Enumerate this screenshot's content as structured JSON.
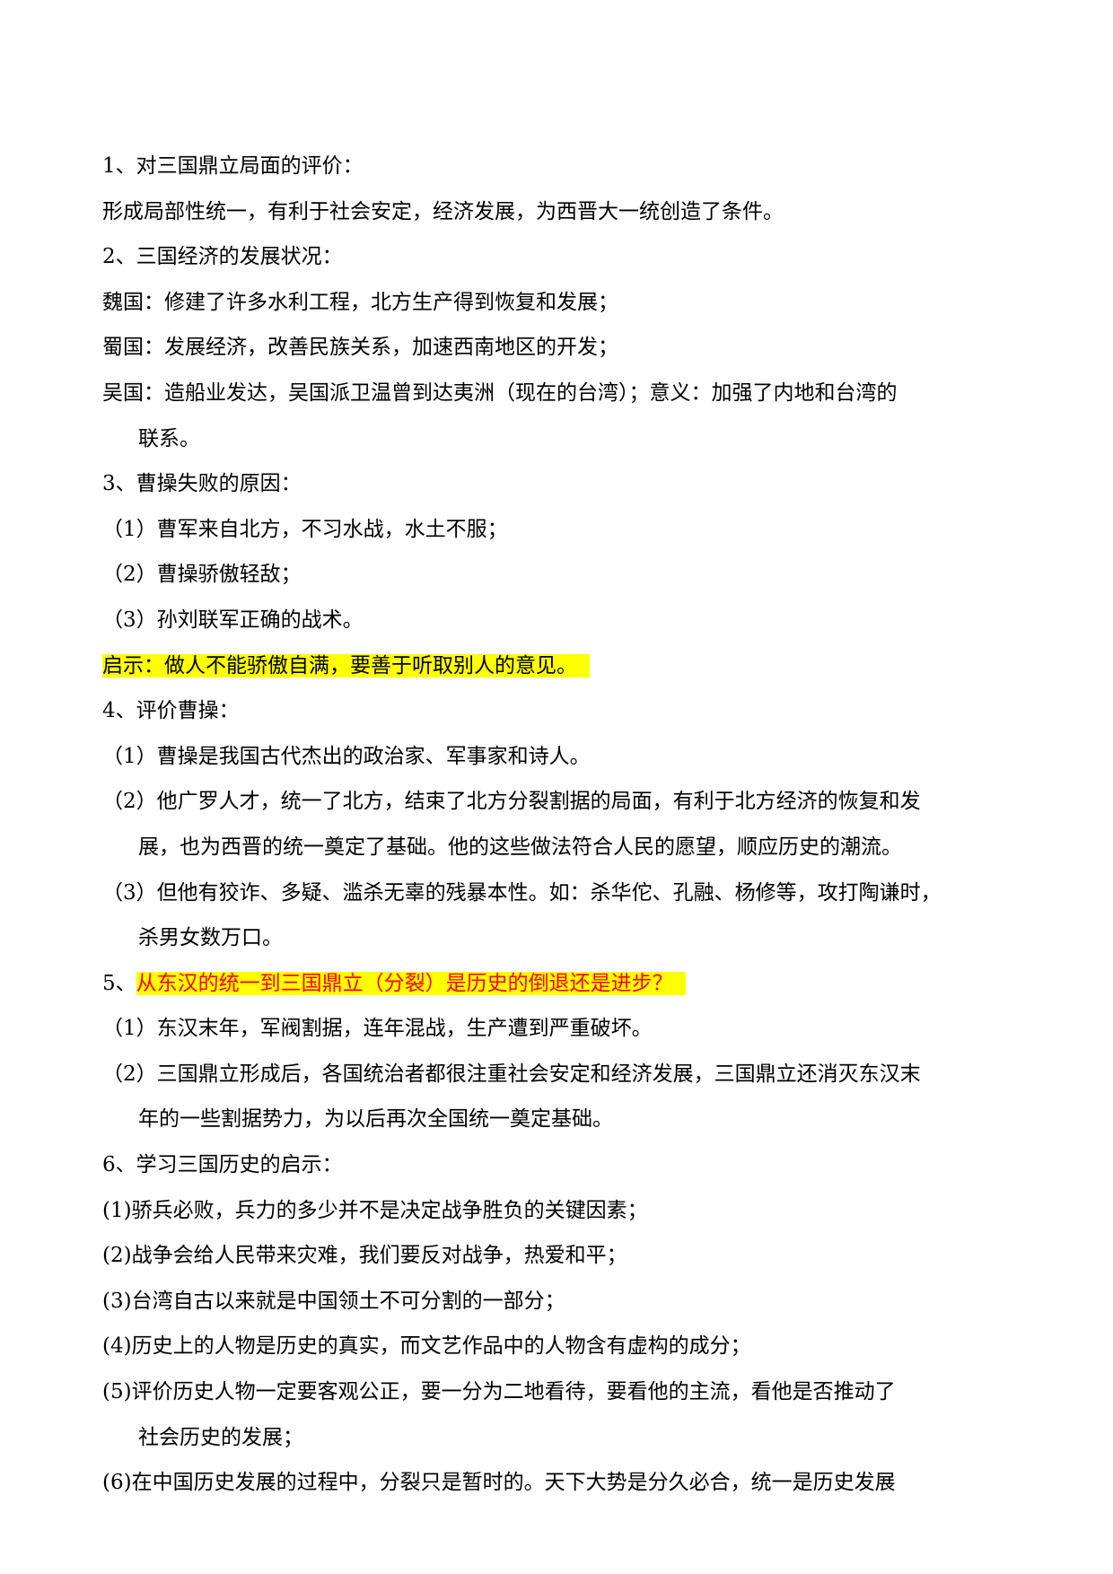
{
  "lines": [
    "1、对三国鼎立局面的评价：",
    "形成局部性统一，有利于社会安定，经济发展，为西晋大一统创造了条件。",
    "2、三国经济的发展状况：",
    "魏国：修建了许多水利工程，北方生产得到恢复和发展；",
    "蜀国：发展经济，改善民族关系，加速西南地区的开发；",
    "吴国：造船业发达，吴国派卫温曾到达夷洲（现在的台湾）；意义：加强了内地和台湾的",
    "联系。",
    "3、曹操失败的原因：",
    "（1）曹军来自北方，不习水战，水土不服；",
    "（2）曹操骄傲轻敌；",
    "（3）孙刘联军正确的战术。",
    "启示：做人不能骄傲自满，要善于听取别人的意见。",
    "4、评价曹操：",
    "（1）曹操是我国古代杰出的政治家、军事家和诗人。",
    "（2）他广罗人才，统一了北方，结束了北方分裂割据的局面，有利于北方经济的恢复和发",
    "展，也为西晋的统一奠定了基础。他的这些做法符合人民的愿望，顺应历史的潮流。",
    "（3）但他有狡诈、多疑、滥杀无辜的残暴本性。如：杀华佗、孔融、杨修等，攻打陶谦时，",
    "杀男女数万口。",
    "5、",
    "从东汉的统一到三国鼎立（分裂）是历史的倒退还是进步？",
    "（1）东汉末年，军阀割据，连年混战，生产遭到严重破坏。",
    "（2）三国鼎立形成后，各国统治者都很注重社会安定和经济发展，三国鼎立还消灭东汉末",
    "年的一些割据势力，为以后再次全国统一奠定基础。",
    "6、学习三国历史的启示：",
    "(1)骄兵必败，兵力的多少并不是决定战争胜负的关键因素；",
    "(2)战争会给人民带来灾难，我们要反对战争，热爱和平；",
    "(3)台湾自古以来就是中国领土不可分割的一部分；",
    "(4)历史上的人物是历史的真实，而文艺作品中的人物含有虚构的成分；",
    "(5)评价历史人物一定要客观公正，要一分为二地看待，要看他的主流，看他是否推动了",
    "社会历史的发展；",
    "(6)在中国历史发展的过程中，分裂只是暂时的。天下大势是分久必合，统一是历史发展"
  ]
}
